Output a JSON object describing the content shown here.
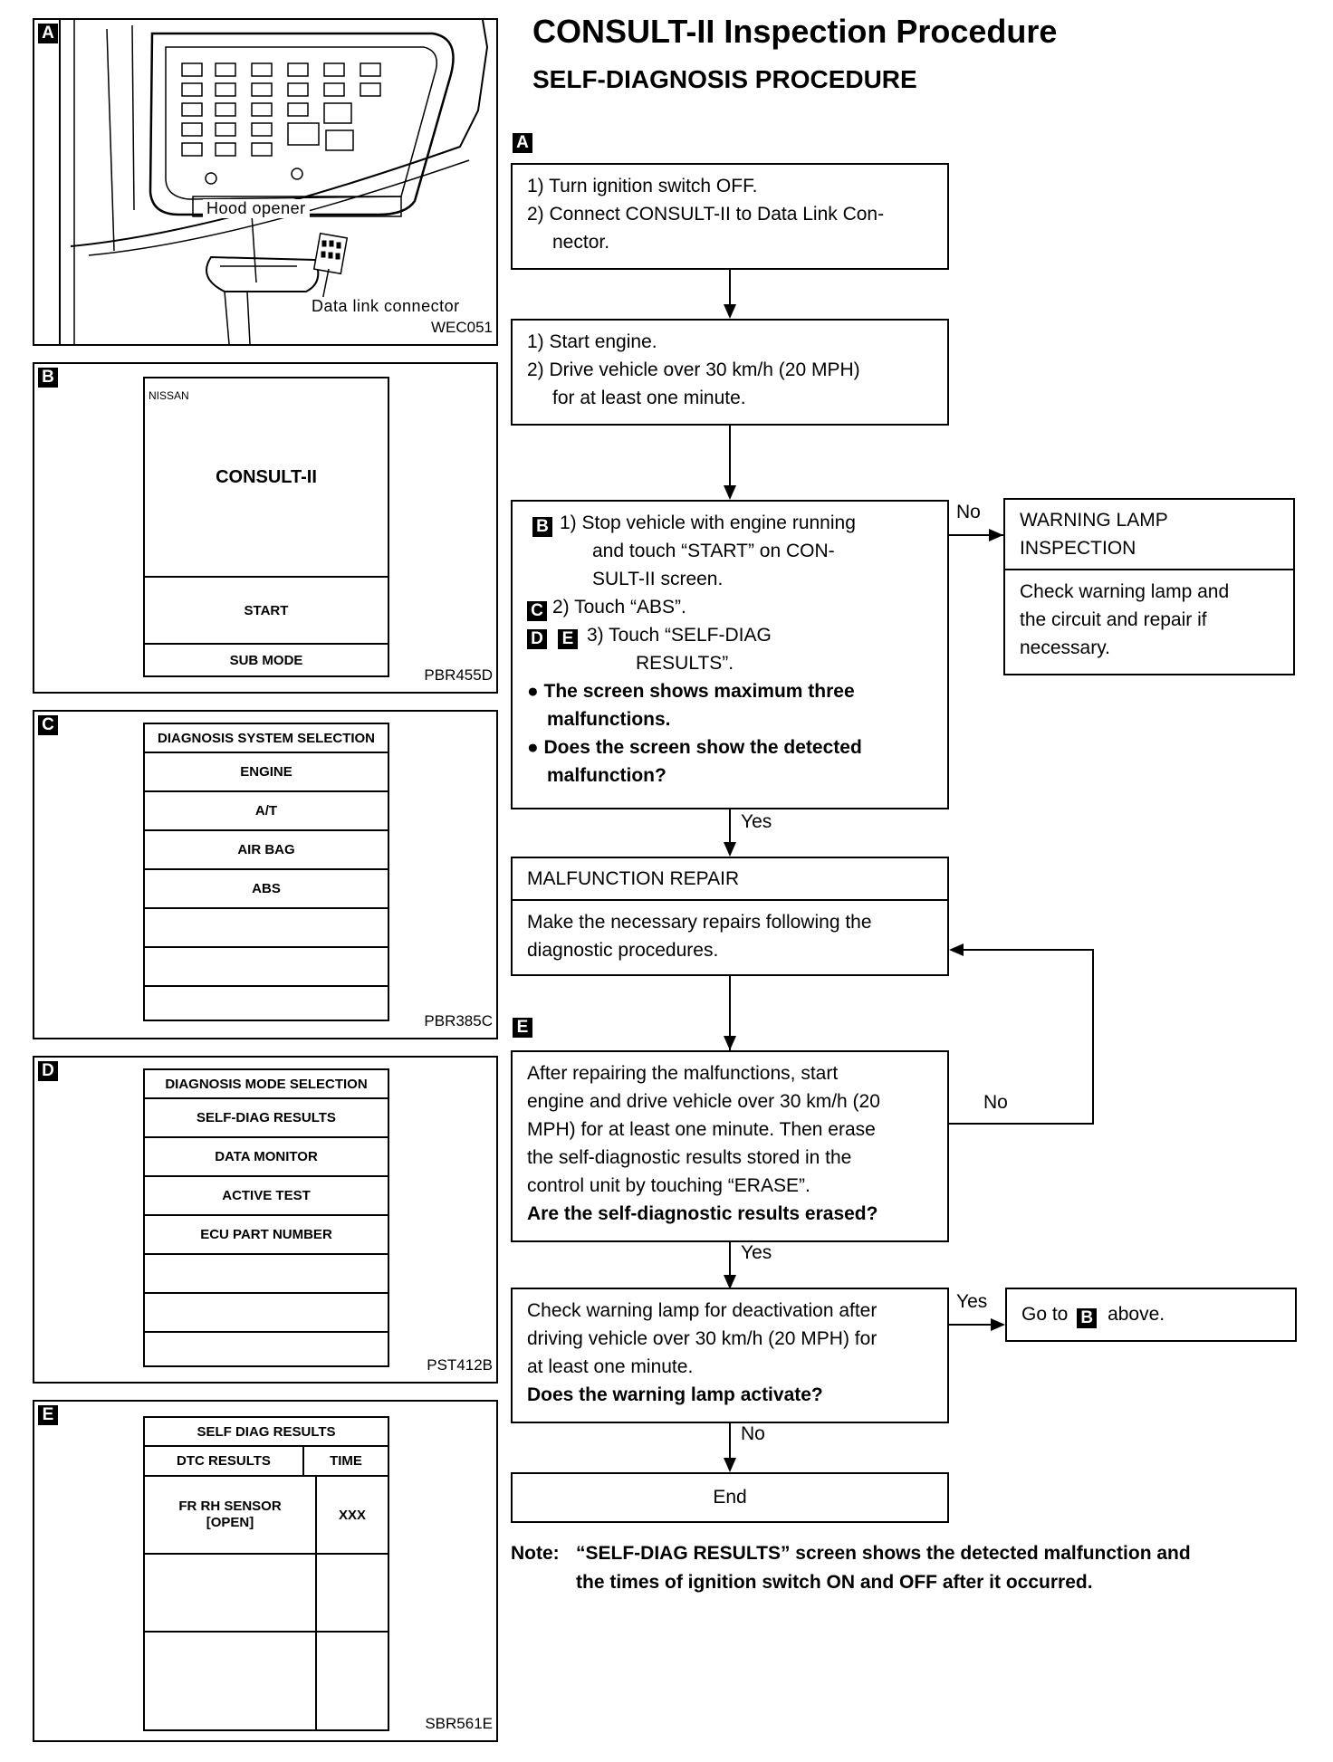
{
  "title": "CONSULT-II Inspection Procedure",
  "subtitle": "SELF-DIAGNOSIS PROCEDURE",
  "figures": {
    "a": {
      "tag": "A",
      "hood_label": "Hood opener",
      "connector_label": "Data link connector",
      "code": "WEC051"
    },
    "b": {
      "tag": "B",
      "brand": "NISSAN",
      "name": "CONSULT-II",
      "start": "START",
      "sub_mode": "SUB MODE",
      "code": "PBR455D"
    },
    "c": {
      "tag": "C",
      "header": "DIAGNOSIS SYSTEM SELECTION",
      "items": [
        "ENGINE",
        "A/T",
        "AIR BAG",
        "ABS"
      ],
      "code": "PBR385C"
    },
    "d": {
      "tag": "D",
      "header": "DIAGNOSIS MODE SELECTION",
      "items": [
        "SELF-DIAG RESULTS",
        "DATA MONITOR",
        "ACTIVE TEST",
        "ECU PART NUMBER"
      ],
      "code": "PST412B"
    },
    "e": {
      "tag": "E",
      "header": "SELF DIAG RESULTS",
      "col1": "DTC RESULTS",
      "col2": "TIME",
      "dtc_line1": "FR RH SENSOR",
      "dtc_line2": "[OPEN]",
      "time": "XXX",
      "code": "SBR561E"
    }
  },
  "flow": {
    "tag_a": "A",
    "step1": {
      "l1": "1) Turn ignition switch OFF.",
      "l2": "2) Connect CONSULT-II to Data Link Con-",
      "l3": "nector."
    },
    "step2": {
      "l1": "1) Start engine.",
      "l2": "2) Drive vehicle over 30 km/h (20 MPH)",
      "l3": "for at least one minute."
    },
    "step3": {
      "tag_b": "B",
      "tag_c": "C",
      "tag_d": "D",
      "tag_e": "E",
      "l1": "1) Stop vehicle with engine running",
      "l2": "and touch “START” on CON-",
      "l3": "SULT-II screen.",
      "l4": "2) Touch “ABS”.",
      "l5": "3) Touch “SELF-DIAG",
      "l6": "RESULTS”.",
      "b1a": "● The screen shows maximum three",
      "b1b": "malfunctions.",
      "b2a": "● Does the screen show the detected",
      "b2b": "malfunction?"
    },
    "warning": {
      "title1": "WARNING LAMP",
      "title2": "INSPECTION",
      "l1": "Check warning lamp and",
      "l2": "the circuit and repair if",
      "l3": "necessary."
    },
    "repair": {
      "title": "MALFUNCTION REPAIR",
      "l1": "Make the necessary repairs following the",
      "l2": "diagnostic procedures."
    },
    "tag_e": "E",
    "erase": {
      "l1": "After repairing the malfunctions, start",
      "l2": "engine and drive vehicle over 30 km/h (20",
      "l3": "MPH) for at least one minute. Then erase",
      "l4": "the self-diagnostic results stored in the",
      "l5": "control unit by touching “ERASE”.",
      "q": "Are the self-diagnostic results erased?"
    },
    "check": {
      "l1": "Check warning lamp for deactivation after",
      "l2": "driving vehicle over 30 km/h (20 MPH) for",
      "l3": "at least one minute.",
      "q": "Does the warning lamp activate?"
    },
    "goto": {
      "pre": "Go to",
      "tag": "B",
      "post": "above."
    },
    "end": "End",
    "labels": {
      "no": "No",
      "yes": "Yes"
    }
  },
  "note": {
    "label": "Note:",
    "l1": "“SELF-DIAG RESULTS” screen shows the detected malfunction and",
    "l2": "the times of ignition switch ON and OFF after it occurred."
  }
}
